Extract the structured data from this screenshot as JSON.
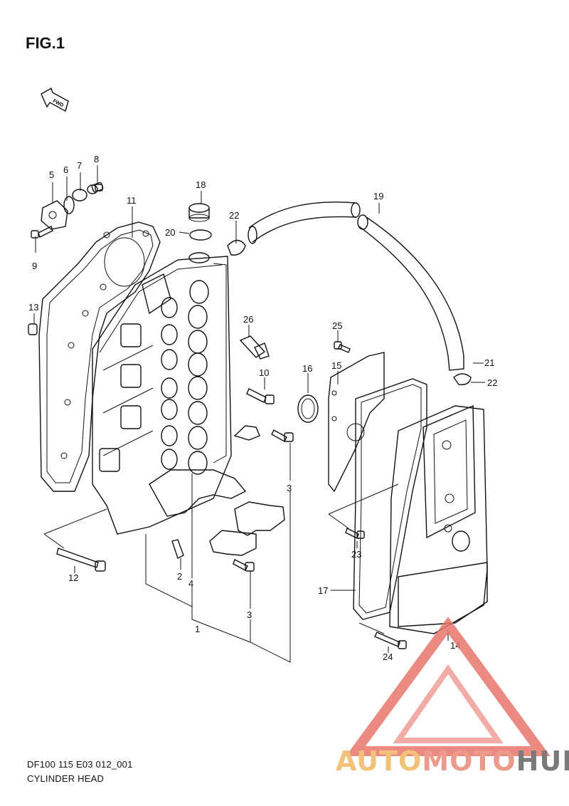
{
  "figure": {
    "title": "FIG.1",
    "fwd_label": "FWD",
    "caption_line1": "DF100 115 E03 012_001",
    "caption_line2": "CYLINDER HEAD"
  },
  "callouts": [
    {
      "id": "1",
      "label": "1"
    },
    {
      "id": "2",
      "label": "2"
    },
    {
      "id": "3a",
      "label": "3"
    },
    {
      "id": "3b",
      "label": "3"
    },
    {
      "id": "4",
      "label": "4"
    },
    {
      "id": "5",
      "label": "5"
    },
    {
      "id": "6",
      "label": "6"
    },
    {
      "id": "7",
      "label": "7"
    },
    {
      "id": "8",
      "label": "8"
    },
    {
      "id": "9",
      "label": "9"
    },
    {
      "id": "10",
      "label": "10"
    },
    {
      "id": "11",
      "label": "11"
    },
    {
      "id": "12",
      "label": "12"
    },
    {
      "id": "13",
      "label": "13"
    },
    {
      "id": "14",
      "label": "14"
    },
    {
      "id": "15",
      "label": "15"
    },
    {
      "id": "16",
      "label": "16"
    },
    {
      "id": "17",
      "label": "17"
    },
    {
      "id": "18",
      "label": "18"
    },
    {
      "id": "19",
      "label": "19"
    },
    {
      "id": "20",
      "label": "20"
    },
    {
      "id": "21",
      "label": "21"
    },
    {
      "id": "22a",
      "label": "22"
    },
    {
      "id": "22b",
      "label": "22"
    },
    {
      "id": "23",
      "label": "23"
    },
    {
      "id": "24",
      "label": "24"
    },
    {
      "id": "25",
      "label": "25"
    },
    {
      "id": "26",
      "label": "26"
    }
  ],
  "watermark": {
    "part1": "AUTO",
    "part2": "MOTO",
    "part3": "HUB",
    "color1": "#f2c27a",
    "color2": "#ec9a8c",
    "color3": "#7a7a7a",
    "logo_color": "#e8766a"
  }
}
